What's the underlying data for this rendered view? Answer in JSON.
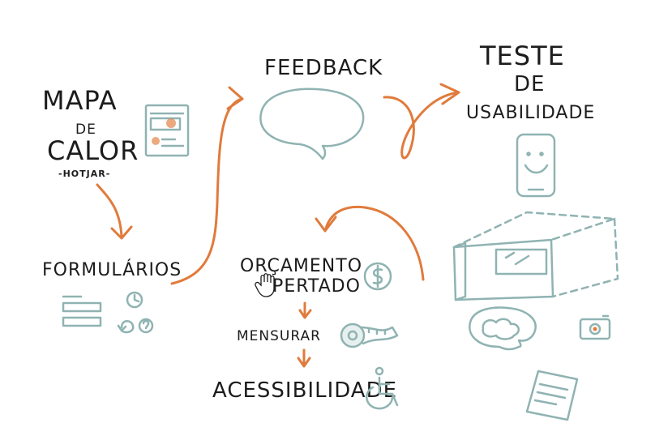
{
  "labels": {
    "heatmap_line1": "MAPA",
    "heatmap_line2": "DE",
    "heatmap_line3": "CALOR",
    "heatmap_tool": "-HOTJAR-",
    "feedback": "FEEDBACK",
    "usability_line1": "TESTE",
    "usability_line2": "DE",
    "usability_line3": "USABILIDADE",
    "forms": "FORMULÁRIOS",
    "budget_line1": "ORÇAMENTO",
    "budget_line2": "APERTADO",
    "measure": "MENSURAR",
    "accessibility": "ACESSIBILIDADE"
  },
  "colors": {
    "ink": "#1c1c1c",
    "teal": "#8fb3b2",
    "orange": "#e07b3c"
  },
  "icons": [
    "heatmap-page-icon",
    "speech-bubble-icon",
    "smartphone-icon",
    "form-fields-icon",
    "clock-icon",
    "undo-icon",
    "help-icon",
    "coin-icon",
    "tape-measure-icon",
    "wheelchair-icon",
    "lab-room-icon",
    "chat-bubble-icon",
    "camera-icon",
    "document-icon",
    "hand-cursor-icon"
  ]
}
